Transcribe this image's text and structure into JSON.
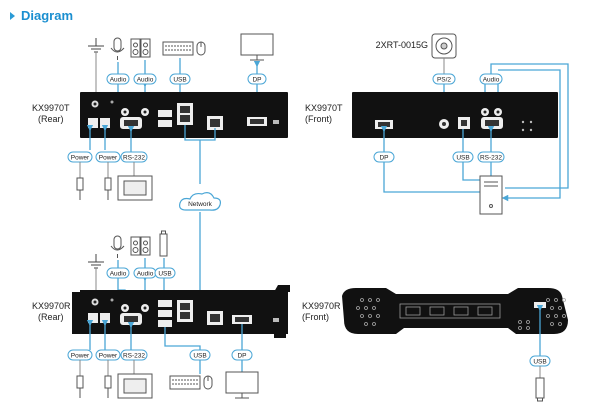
{
  "heading": {
    "title": "Diagram"
  },
  "devices": {
    "tx_rear": {
      "name": "KX9970T",
      "view": "(Rear)"
    },
    "tx_front": {
      "name": "KX9970T",
      "view": "(Front)"
    },
    "rx_rear": {
      "name": "KX9970R",
      "view": "(Rear)"
    },
    "rx_front": {
      "name": "KX9970R",
      "view": "(Front)"
    }
  },
  "accessory": {
    "model": "2XRT-0015G"
  },
  "labels": {
    "tx_rear": {
      "audio_1": "Audio",
      "audio_2": "Audio",
      "usb": "USB",
      "dp": "DP",
      "power_1": "Power",
      "power_2": "Power",
      "rs232": "RS-232"
    },
    "network": "Network",
    "tx_front": {
      "ps2": "PS/2",
      "audio": "Audio",
      "dp": "DP",
      "usb": "USB",
      "rs232": "RS-232"
    },
    "rx_rear": {
      "audio_1": "Audio",
      "audio_2": "Audio",
      "usb_top": "USB",
      "power_1": "Power",
      "power_2": "Power",
      "rs232": "RS-232",
      "usb_bottom": "USB",
      "dp": "DP"
    },
    "rx_front": {
      "usb": "USB"
    }
  }
}
